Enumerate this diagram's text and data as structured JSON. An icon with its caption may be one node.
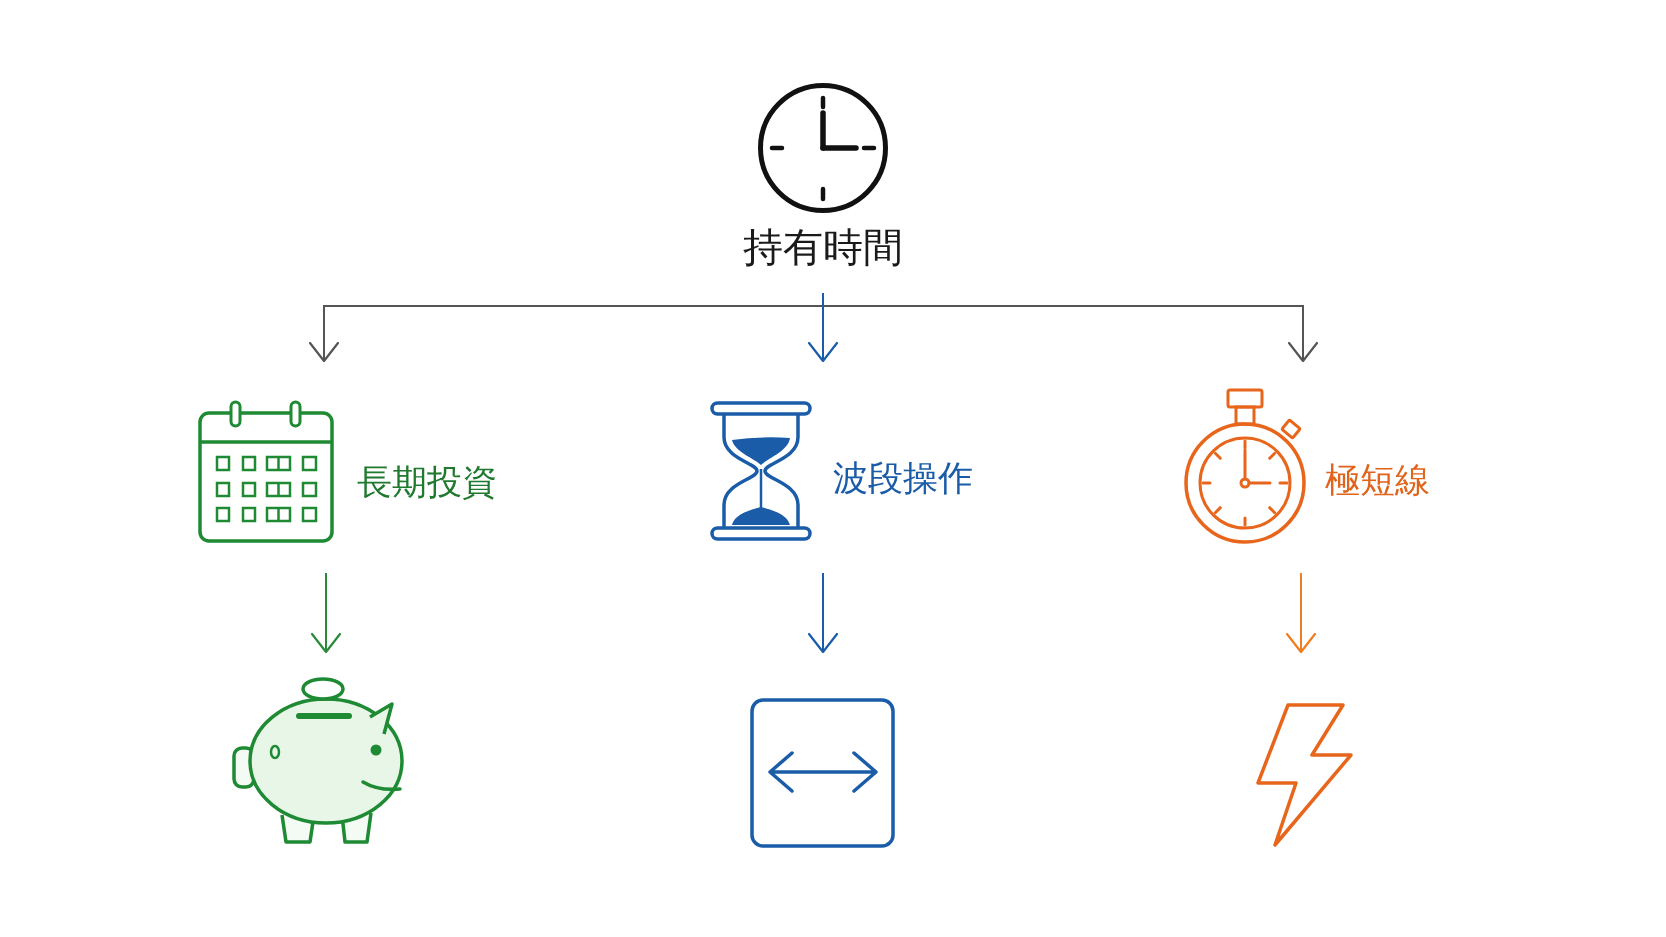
{
  "diagram": {
    "nodes": [
      {
        "text": [
          "持有時間"
        ]
      },
      {
        "text": [
          "長期投資"
        ]
      },
      {
        "text": [
          "波段操作"
        ]
      },
      {
        "text": [
          "極短線"
        ]
      },
      {
        "text": [],
        "shape": "picture"
      },
      {
        "text": [],
        "shape": "picture"
      },
      {
        "text": [],
        "shape": "picture"
      }
    ],
    "edges": [
      {
        "from": 0,
        "to": 1,
        "arrow": "to",
        "color": "#555555"
      },
      {
        "from": 0,
        "to": 2,
        "arrow": "to",
        "color": "#1a5ca8"
      },
      {
        "from": 0,
        "to": 3,
        "arrow": "to",
        "color": "#555555"
      },
      {
        "from": 1,
        "to": 4,
        "arrow": "to",
        "color": "#2a8a3a"
      },
      {
        "from": 2,
        "to": 5,
        "arrow": "to",
        "color": "#1a5ca8"
      },
      {
        "from": 3,
        "to": 6,
        "arrow": "to",
        "color": "#ef7d22"
      }
    ]
  }
}
